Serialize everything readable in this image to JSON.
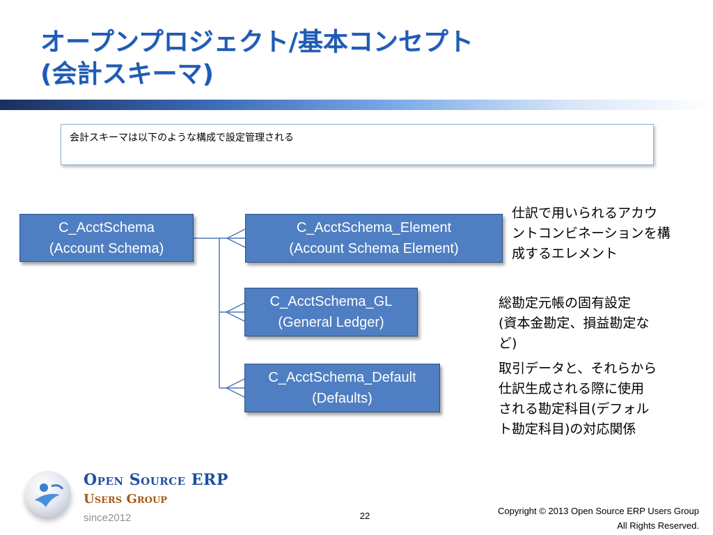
{
  "title": {
    "line1": "オープンプロジェクト/基本コンセプト",
    "line2": "(会計スキーマ)"
  },
  "note": "会計スキーマは以下のような構成で設定管理される",
  "nodes": {
    "schema": {
      "line1": "C_AcctSchema",
      "line2": "(Account Schema)"
    },
    "element": {
      "line1": "C_AcctSchema_Element",
      "line2": "(Account Schema Element)"
    },
    "gl": {
      "line1": "C_AcctSchema_GL",
      "line2": "(General Ledger)"
    },
    "default": {
      "line1": "C_AcctSchema_Default",
      "line2": "(Defaults)"
    }
  },
  "descriptions": {
    "element": [
      "仕訳で用いられるアカウ",
      "ントコンビネーションを構",
      "成するエレメント"
    ],
    "gl": [
      "総勘定元帳の固有設定",
      "(資本金勘定、損益勘定な",
      "ど)"
    ],
    "default": [
      "取引データと、それらから",
      "仕訳生成される際に使用",
      "される勘定科目(デフォル",
      "ト勘定科目)の対応関係"
    ]
  },
  "footer": {
    "logo_line1": "Open Source ERP",
    "logo_line2": "Users Group",
    "logo_line3": "since2012",
    "page_number": "22",
    "copyright_line1": "Copyright © 2013 Open Source ERP Users Group",
    "copyright_line2": "All Rights Reserved."
  },
  "colors": {
    "title": "#1f5bb5",
    "node_fill": "#4f7fc2",
    "node_border": "#2e4f85",
    "connector": "#4a78b8"
  }
}
